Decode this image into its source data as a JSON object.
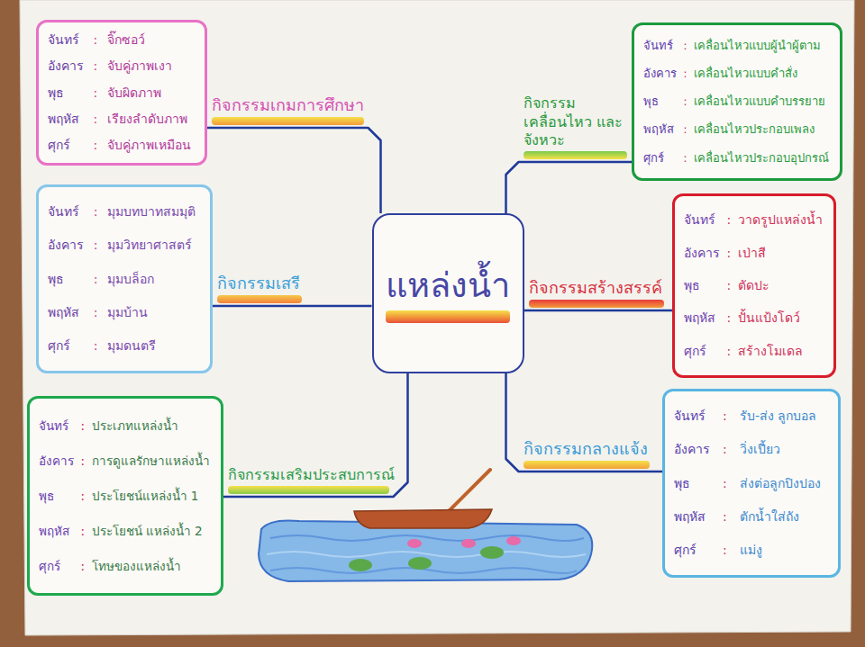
{
  "diagram": {
    "nodes": [
      {
        "text": [
          "แหล่งน้ำ"
        ]
      },
      {
        "text": [
          "จันทร์",
          ":",
          "จิ๊กซอว์",
          "อังคาร",
          ":",
          "จับคู่ภาพเงา",
          "พุธ",
          ":",
          "จับผิดภาพ",
          "พฤหัส",
          ":",
          "เรียงลำดับภาพ",
          "ศุกร์",
          ":",
          "จับคู่ภาพเหมือน"
        ]
      },
      {
        "text": [
          "จันทร์",
          ":",
          "มุมบทบาทสมมุติ",
          "อังคาร",
          ":",
          "มุมวิทยาศาสตร์",
          "พุธ",
          ":",
          "มุมบล็อก",
          "พฤหัส",
          ":",
          "มุมบ้าน",
          "ศุกร์",
          ":",
          "มุมดนตรี"
        ]
      },
      {
        "text": [
          "จันทร์",
          ":",
          "ประเภทแหล่งน้ำ",
          "อังคาร",
          ":",
          "การดูแลรักษาแหล่งน้ำ",
          "พุธ",
          ":",
          "ประโยชน์แหล่งน้ำ 1",
          "พฤหัส",
          ":",
          "ประโยชน์ แหล่งน้ำ 2",
          "ศุกร์",
          ":",
          "โทษของแหล่งน้ำ"
        ]
      },
      {
        "text": [
          "จันทร์",
          ":",
          "เคลื่อนไหวแบบผู้นำผู้ตาม",
          "อังคาร",
          ":",
          "เคลื่อนไหวแบบคำสั่ง",
          "พุธ",
          ":",
          "เคลื่อนไหวแบบคำบรรยาย",
          "พฤหัส",
          ":",
          "เคลื่อนไหวประกอบเพลง",
          "ศุกร์",
          ":",
          "เคลื่อนไหวประกอบอุปกรณ์"
        ]
      },
      {
        "text": [
          "จันทร์",
          ":",
          "วาดรูปแหล่งน้ำ",
          "อังคาร",
          ":",
          "เป่าสี",
          "พุธ",
          ":",
          "ตัดปะ",
          "พฤหัส",
          ":",
          "ปั้นแป้งโดว์",
          "ศุกร์",
          ":",
          "สร้างโมเดล"
        ]
      },
      {
        "text": [
          "จันทร์",
          ":",
          "รับ-ส่ง ลูกบอล",
          "อังคาร",
          ":",
          "วิ่งเปี้ยว",
          "พุธ",
          ":",
          "ส่งต่อลูกปิงปอง",
          "พฤหัส",
          ":",
          "ตักน้ำใส่ถัง",
          "ศุกร์",
          ":",
          "แม่งู"
        ]
      }
    ],
    "edges": [
      {
        "from": 0,
        "to": 1,
        "arrow": "none",
        "label": "กิจกรรมเกมการศึกษา"
      },
      {
        "from": 0,
        "to": 2,
        "arrow": "none",
        "label": "กิจกรรมเสรี"
      },
      {
        "from": 0,
        "to": 3,
        "arrow": "none",
        "label": "กิจกรรมเสริมประสบการณ์"
      },
      {
        "from": 0,
        "to": 4,
        "arrow": "none",
        "label": "กิจกรรมเคลื่อนไหว และจังหวะ"
      },
      {
        "from": 0,
        "to": 5,
        "arrow": "none",
        "label": "กิจกรรมสร้างสรรค์"
      },
      {
        "from": 0,
        "to": 6,
        "arrow": "none",
        "label": "กิจกรรมกลางแจ้ง"
      }
    ]
  }
}
